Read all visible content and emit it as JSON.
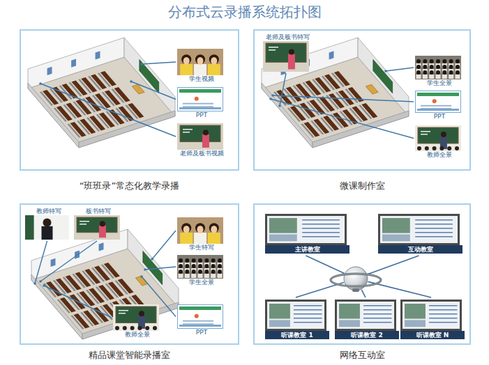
{
  "diagram": {
    "title": "分布式云录播系统拓扑图",
    "nodes": [
      {
        "text": [
          "“班班录”常态化教学录播"
        ]
      },
      {
        "text": [
          "学生视频"
        ],
        "in": 0
      },
      {
        "text": [
          "PPT"
        ],
        "in": 0
      },
      {
        "text": [
          "老师及板书视频"
        ],
        "in": 0
      },
      {
        "text": [
          "微课制作室"
        ]
      },
      {
        "text": [
          "老师及板书特写"
        ],
        "in": 4
      },
      {
        "text": [
          "学生全景"
        ],
        "in": 4
      },
      {
        "text": [
          "PPT"
        ],
        "in": 4
      },
      {
        "text": [
          "教师全景"
        ],
        "in": 4
      },
      {
        "text": [
          "精品课堂智能录播室"
        ]
      },
      {
        "text": [
          "教师特写"
        ],
        "in": 9
      },
      {
        "text": [
          "板书特写"
        ],
        "in": 9
      },
      {
        "text": [
          "学生特写"
        ],
        "in": 9
      },
      {
        "text": [
          "学生全景"
        ],
        "in": 9
      },
      {
        "text": [
          "教师全景"
        ],
        "in": 9
      },
      {
        "text": [
          "PPT"
        ],
        "in": 9
      },
      {
        "text": [
          "网络互动室"
        ]
      },
      {
        "text": [
          "主讲教室"
        ],
        "in": 16
      },
      {
        "text": [
          "互动教室"
        ],
        "in": 16
      },
      {
        "text": [
          "听课教室 1"
        ],
        "in": 16
      },
      {
        "text": [
          "听课教室 2"
        ],
        "in": 16
      },
      {
        "text": [
          "听课教室 N"
        ],
        "in": 16
      }
    ]
  }
}
